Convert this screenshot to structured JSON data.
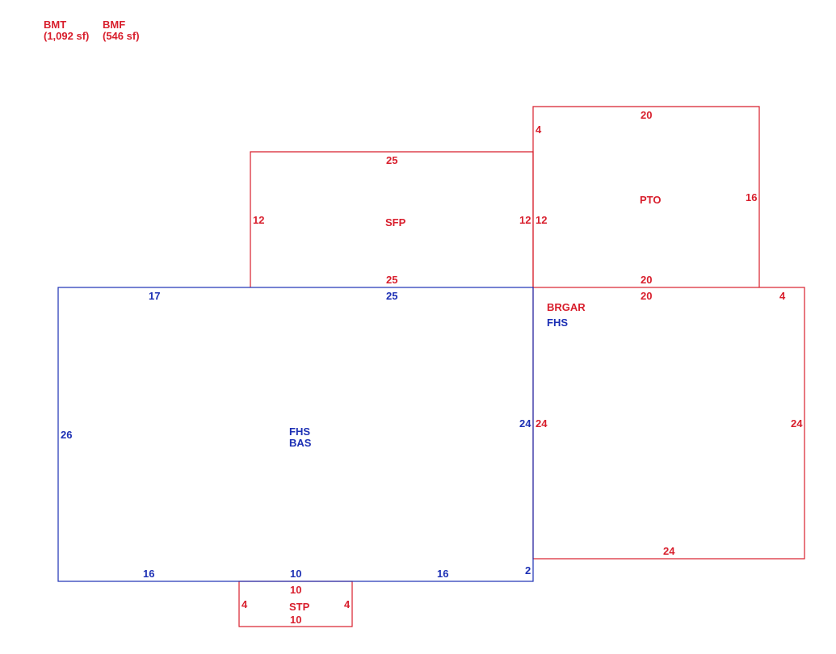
{
  "colors": {
    "red": "#d81e2c",
    "blue": "#1c2fb4"
  },
  "legend": [
    {
      "code": "BMT",
      "area": "(1,092 sf)",
      "color": "red"
    },
    {
      "code": "BMF",
      "area": "(546 sf)",
      "color": "red"
    }
  ],
  "areas": [
    {
      "id": "sfp",
      "labels": [
        "SFP"
      ],
      "color": "red",
      "dims": {
        "top": "25",
        "bottom": "25",
        "left": "12",
        "right": "12"
      }
    },
    {
      "id": "pto",
      "labels": [
        "PTO"
      ],
      "color": "red",
      "dims": {
        "top": "20",
        "bottom": "20",
        "left": "4",
        "right": "16",
        "left_lower": "12"
      }
    },
    {
      "id": "main",
      "labels": [
        "FHS",
        "BAS"
      ],
      "color": "blue",
      "dims": {
        "top_left": "17",
        "top_mid": "25",
        "left": "26",
        "right": "24",
        "bottom_left": "16",
        "bottom_mid": "10",
        "bottom_right": "16",
        "corner": "2"
      }
    },
    {
      "id": "garage",
      "labels": [
        "BRGAR",
        "FHS"
      ],
      "label_colors": [
        "red",
        "blue"
      ],
      "color": "red",
      "dims": {
        "top": "20",
        "top_right": "4",
        "left": "24",
        "right": "24",
        "bottom": "24"
      }
    },
    {
      "id": "stp",
      "labels": [
        "STP"
      ],
      "color": "red",
      "dims": {
        "top": "10",
        "bottom": "10",
        "left": "4",
        "right": "4"
      }
    }
  ]
}
